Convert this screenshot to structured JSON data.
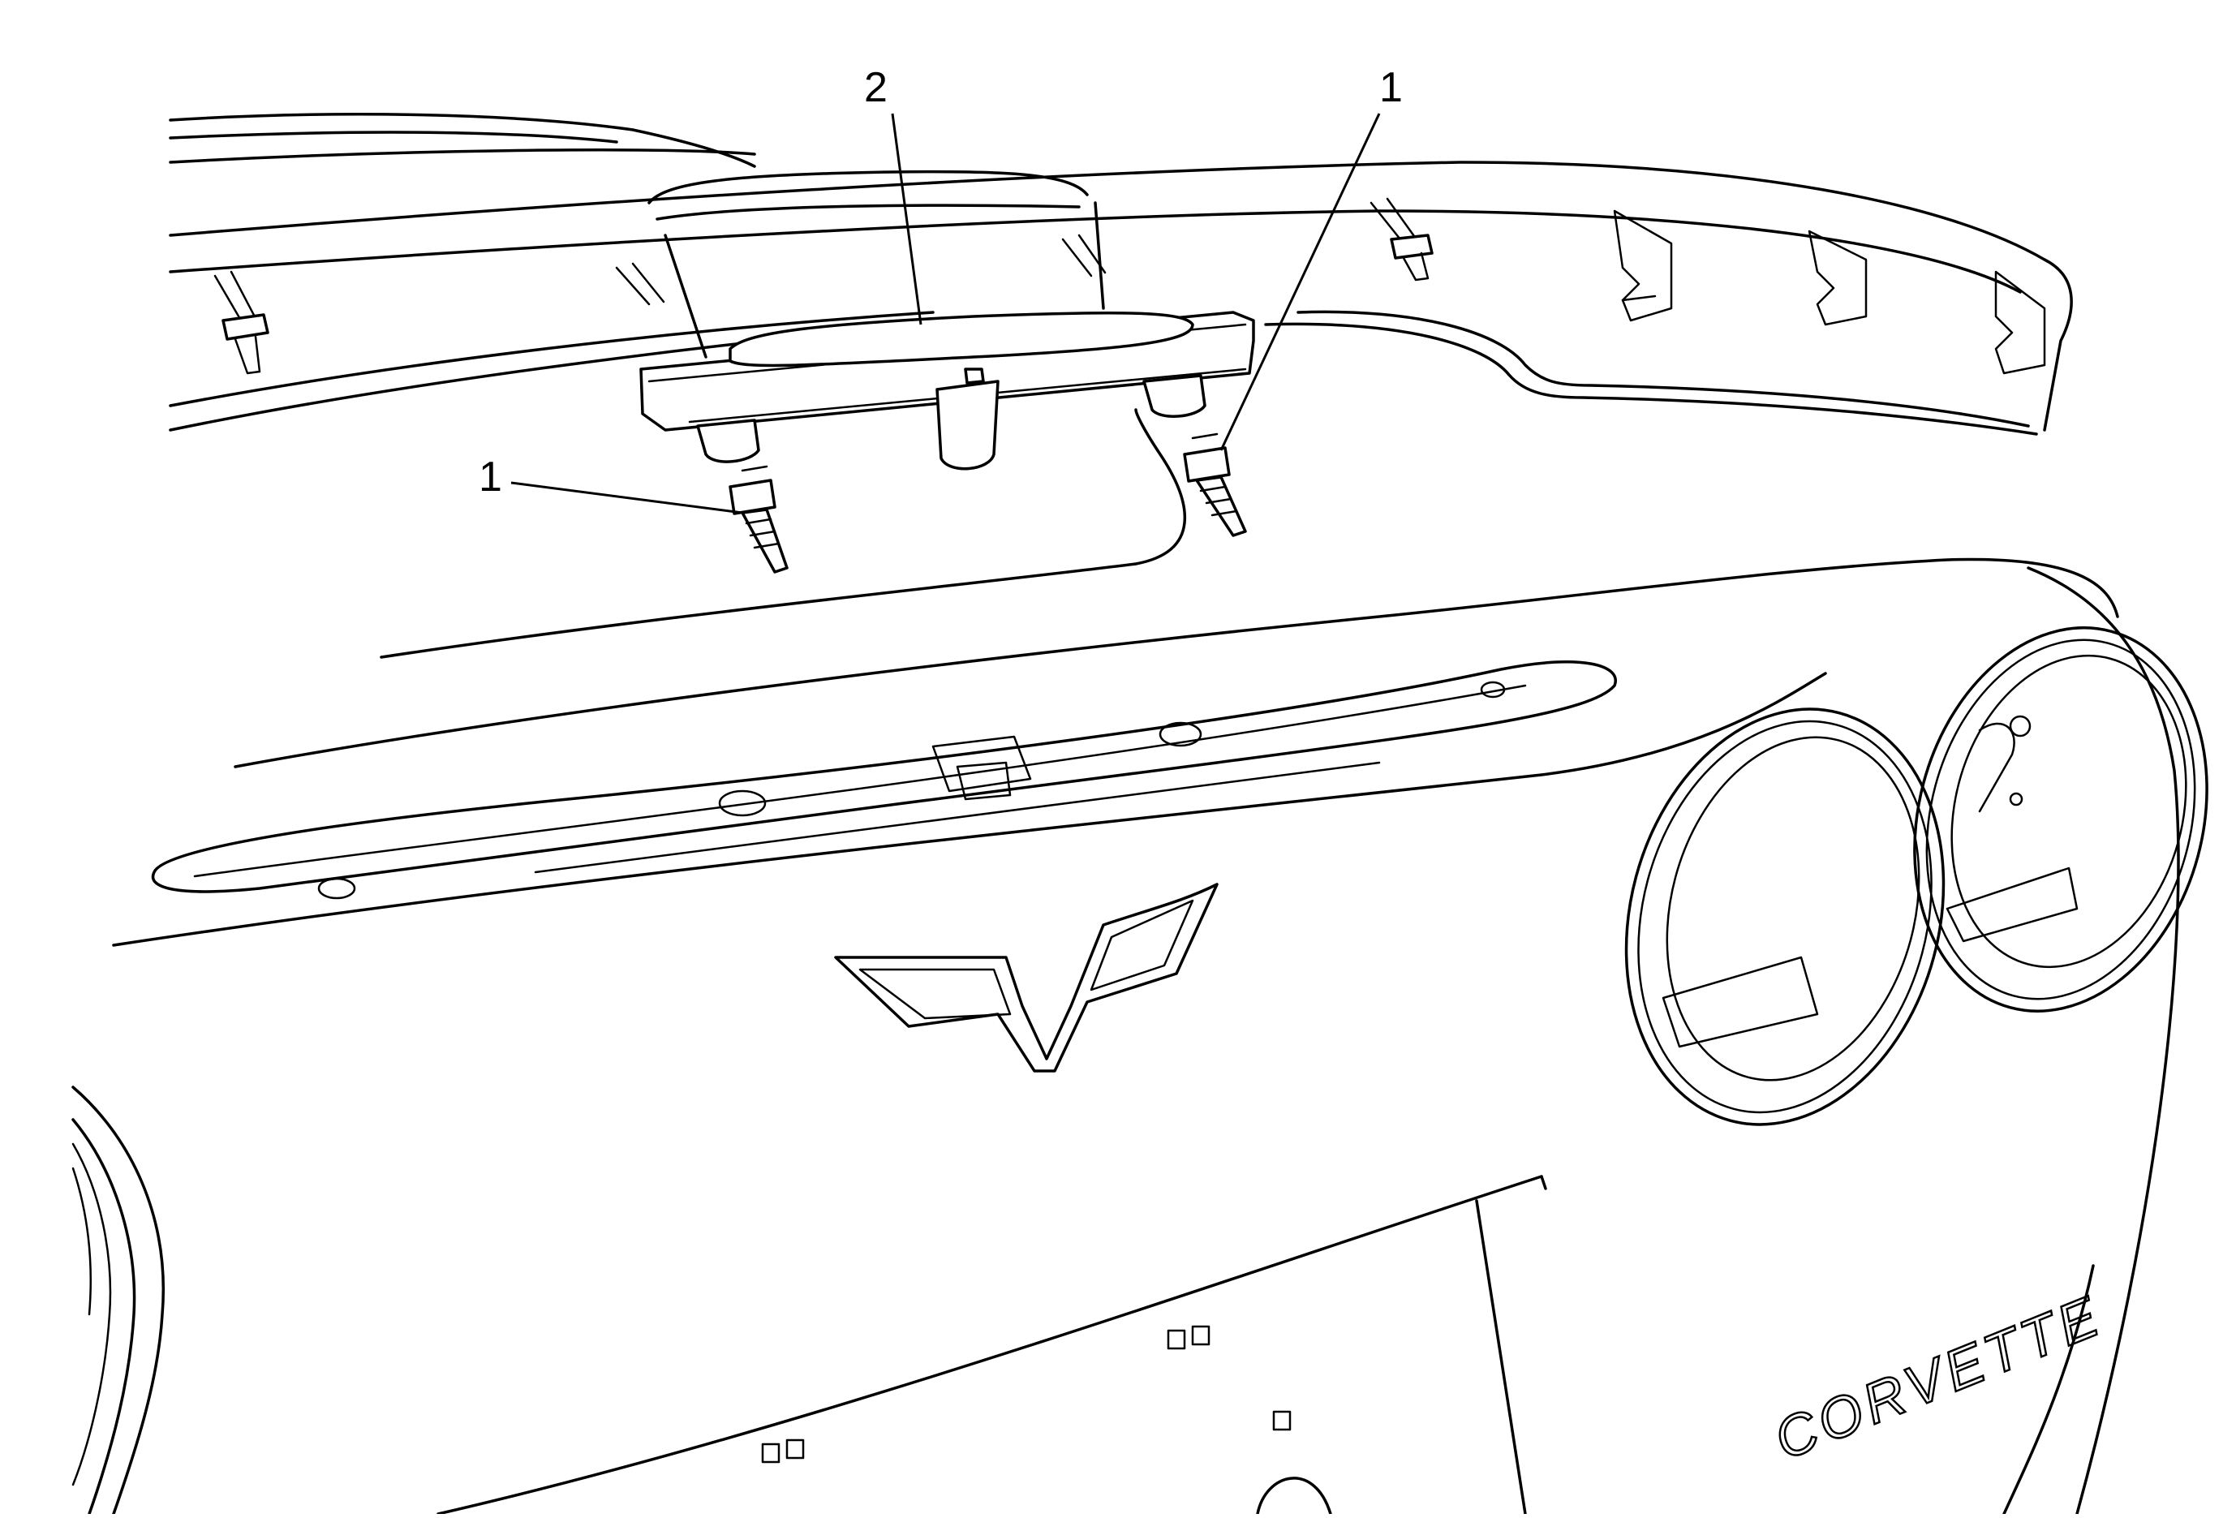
{
  "callouts": [
    {
      "id": "1",
      "label": "1"
    },
    {
      "id": "2",
      "label": "2"
    },
    {
      "id": "1b",
      "label": "1"
    }
  ],
  "badge": {
    "text": "CORVETTE"
  },
  "colors": {
    "line": "#000000",
    "background": "#ffffff"
  }
}
